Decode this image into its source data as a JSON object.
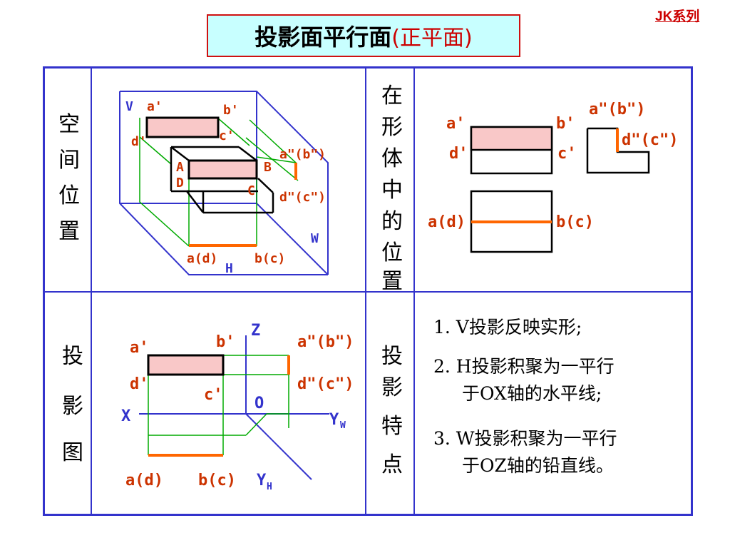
{
  "series_label": "JK系列",
  "title": {
    "main": "投影面平行面",
    "sub": "(正平面)"
  },
  "row_labels": {
    "space_position": [
      "空",
      "间",
      "位",
      "置"
    ],
    "in_solid": [
      "在",
      "形",
      "体",
      "中",
      "的",
      "位",
      "置"
    ],
    "projection": [
      "投",
      "影",
      "图"
    ],
    "features": [
      "投",
      "影",
      "特",
      "点"
    ]
  },
  "spatial_labels": {
    "V": "V",
    "a_prime": "a'",
    "b_prime": "b'",
    "d_prime": "d'",
    "c_prime": "c'",
    "A": "A",
    "B": "B",
    "C": "C",
    "D": "D",
    "a2b2": "a\"(b\")",
    "d2c2": "d\"(c\")",
    "ad": "a(d)",
    "bc": "b(c)",
    "H": "H",
    "W": "W"
  },
  "solid_labels": {
    "a_prime": "a'",
    "b_prime": "b'",
    "d_prime": "d'",
    "c_prime": "c'",
    "a2b2": "a\"(b\")",
    "d2c2": "d\"(c\")",
    "ad": "a(d)",
    "bc": "b(c)"
  },
  "projection_labels": {
    "a_prime": "a'",
    "b_prime": "b'",
    "d_prime": "d'",
    "c_prime": "c'",
    "a2b2": "a\"(b\")",
    "d2c2": "d\"(c\")",
    "ad": "a(d)",
    "bc": "b(c)",
    "Z": "Z",
    "O": "O",
    "X": "X",
    "Y": "Y",
    "W": "W",
    "H": "H"
  },
  "features": [
    {
      "line1": "1. V投影反映实形;"
    },
    {
      "line1": "2. H投影积聚为一平行",
      "line2": "于OX轴的水平线;"
    },
    {
      "line1": "3. W投影积聚为一平行",
      "line2": "于OZ轴的铅直线。"
    }
  ],
  "colors": {
    "accent": "#cc0000",
    "label": "#cc3300",
    "axis": "#3333cc",
    "green": "#00aa00",
    "pink": "#f9c8c8",
    "orange": "#ff6600",
    "title_bg": "#c8ffff"
  }
}
